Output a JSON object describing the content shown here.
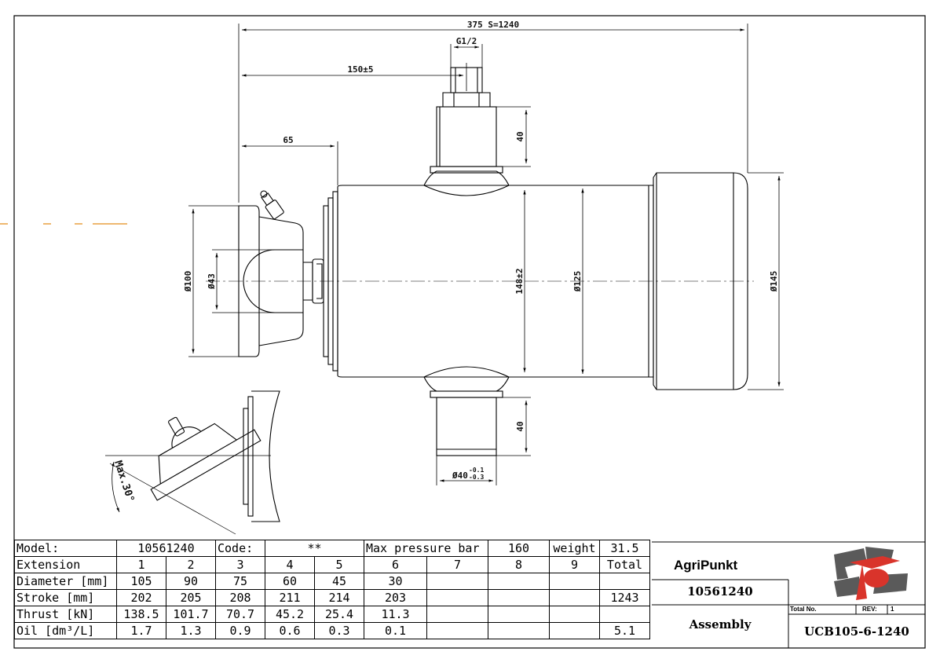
{
  "dimensions": {
    "overall_length": "375 S=1240",
    "port_thread": "G1/2",
    "port_position": "150±5",
    "mount_offset": "65",
    "trunnion_height_top": "40",
    "trunnion_height_bottom": "40",
    "flange_dia": "Ø100",
    "ball_dia": "Ø43",
    "trunnion_span": "148±2",
    "barrel_dia": "Ø125",
    "cap_dia": "Ø145",
    "pin_dia": "Ø40",
    "pin_tol_upper": "-0.1",
    "pin_tol_lower": "-0.3",
    "tilt_angle": "Max.30°"
  },
  "spec_table": {
    "model_label": "Model:",
    "model_value": "10561240",
    "code_label": "Code:",
    "code_value": "**",
    "pressure_label": "Max pressure bar",
    "pressure_value": "160",
    "weight_label": "weight",
    "weight_value": "31.5",
    "rows": [
      {
        "label": "Extension",
        "cells": [
          "1",
          "2",
          "3",
          "4",
          "5",
          "6",
          "7",
          "8",
          "9",
          "Total"
        ]
      },
      {
        "label": "Diameter [mm]",
        "cells": [
          "105",
          "90",
          "75",
          "60",
          "45",
          "30",
          "",
          "",
          "",
          ""
        ]
      },
      {
        "label": "Stroke [mm]",
        "cells": [
          "202",
          "205",
          "208",
          "211",
          "214",
          "203",
          "",
          "",
          "",
          "1243"
        ]
      },
      {
        "label": "Thrust [kN]",
        "cells": [
          "138.5",
          "101.7",
          "70.7",
          "45.2",
          "25.4",
          "11.3",
          "",
          "",
          "",
          ""
        ]
      },
      {
        "label": "Oil [dm³/L]",
        "cells": [
          "1.7",
          "1.3",
          "0.9",
          "0.6",
          "0.3",
          "0.1",
          "",
          "",
          "",
          "5.1"
        ]
      }
    ]
  },
  "title_block": {
    "company": "AgriPunkt",
    "drawing_number": "10561240",
    "title": "Assembly",
    "total_no_label": "Total No.",
    "rev_label": "REV:",
    "rev_value": "1",
    "part_code": "UCB105-6-1240"
  },
  "colors": {
    "logo_gray": "#5a5a5a",
    "logo_red": "#d9342b",
    "stray_orange": "#e8a040"
  }
}
